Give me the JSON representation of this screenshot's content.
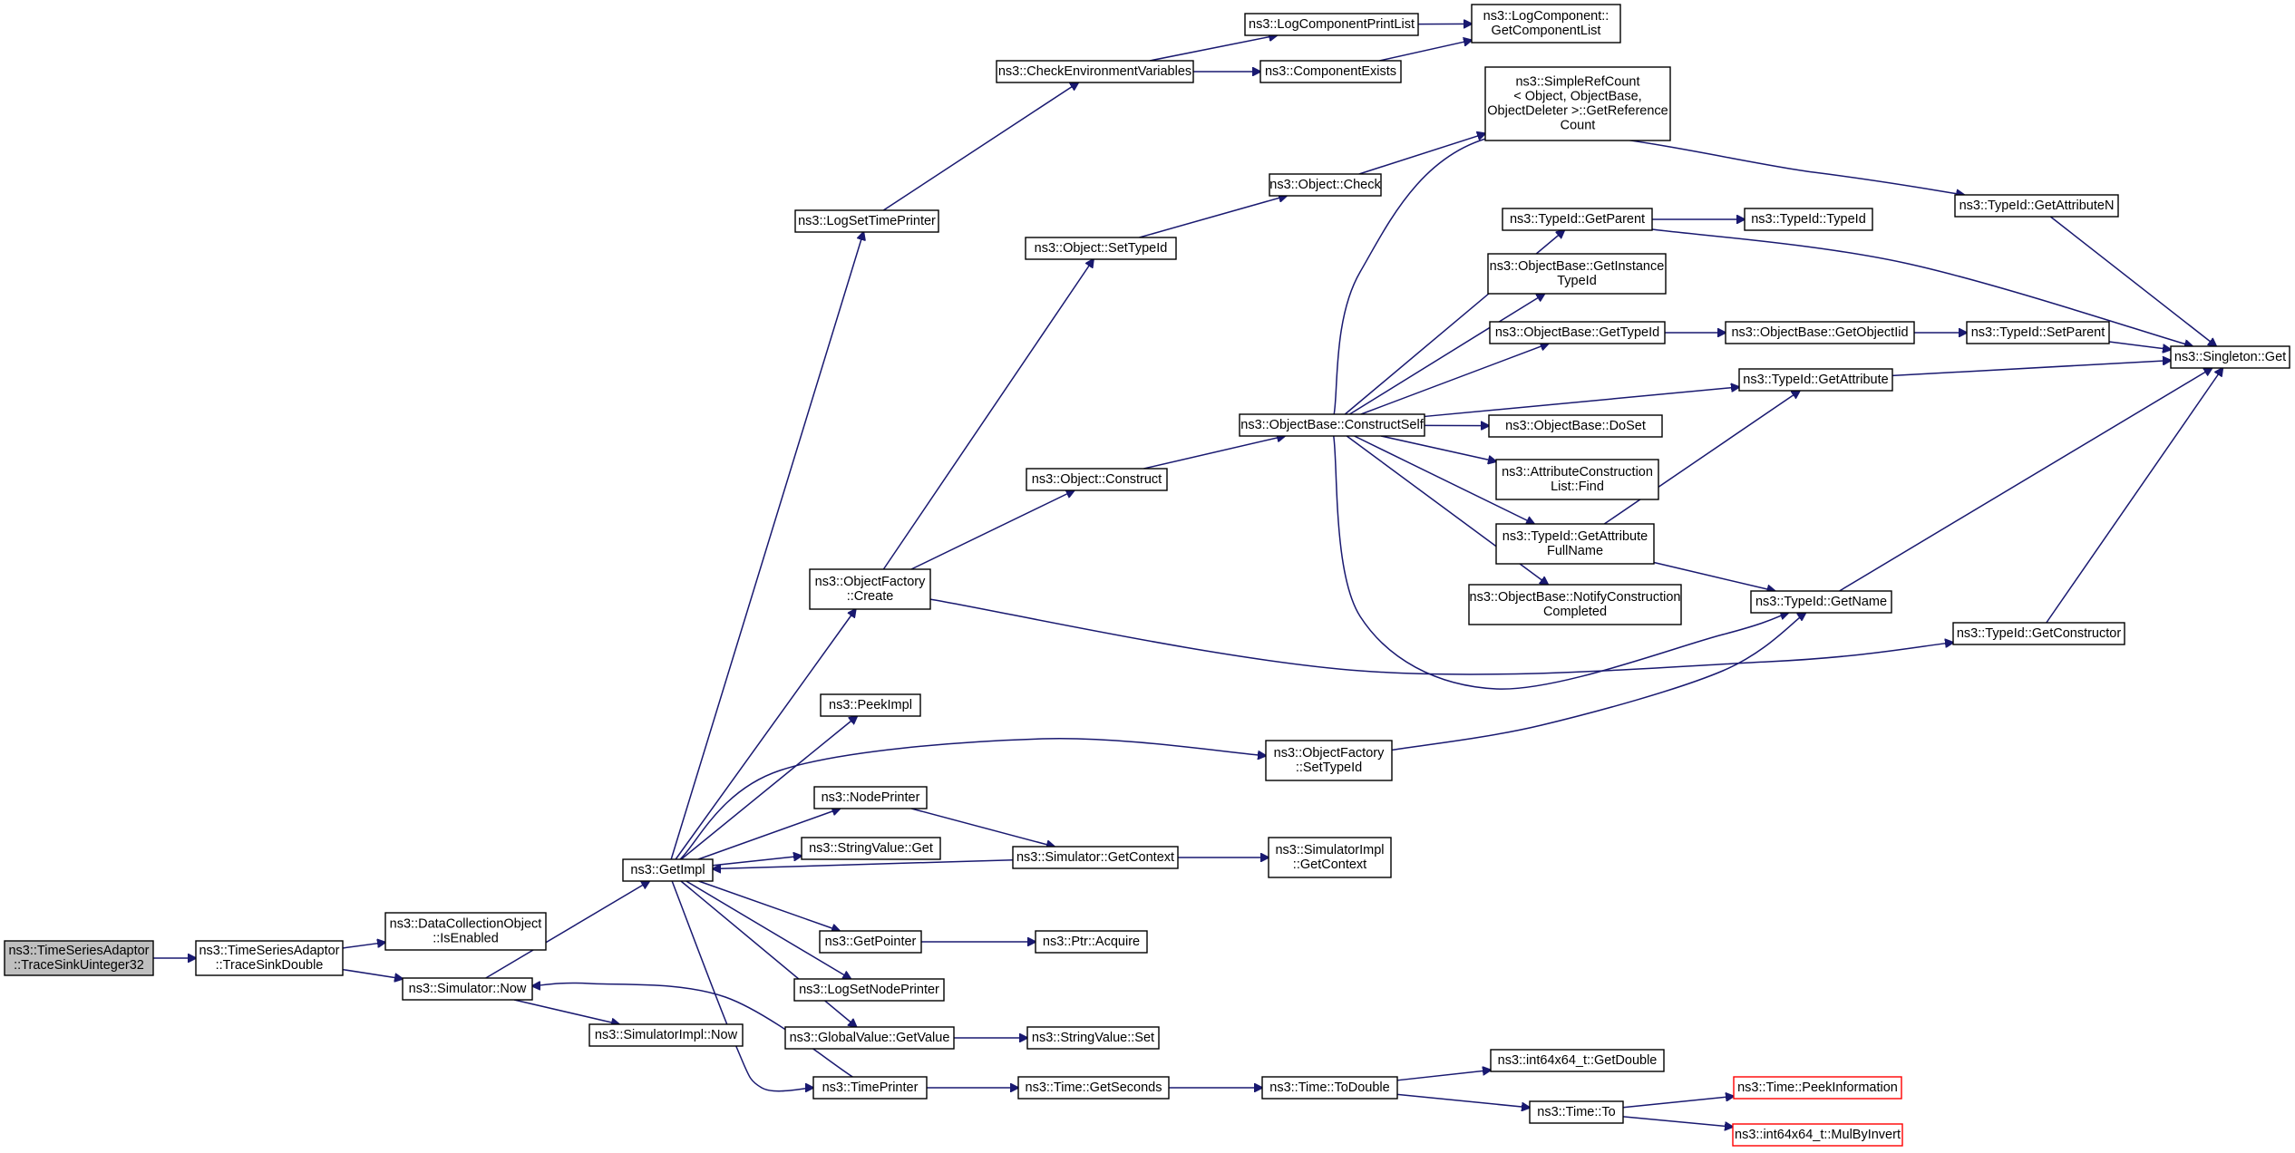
{
  "nodes": {
    "trace_sink_uinteger32": [
      "ns3::TimeSeriesAdaptor",
      "::TraceSinkUinteger32"
    ],
    "trace_sink_double": [
      "ns3::TimeSeriesAdaptor",
      "::TraceSinkDouble"
    ],
    "dco_is_enabled": [
      "ns3::DataCollectionObject",
      "::IsEnabled"
    ],
    "simulator_now": [
      "ns3::Simulator::Now"
    ],
    "simulatorimpl_now": [
      "ns3::SimulatorImpl::Now"
    ],
    "get_impl": [
      "ns3::GetImpl"
    ],
    "log_set_time_printer": [
      "ns3::LogSetTimePrinter"
    ],
    "check_env_vars": [
      "ns3::CheckEnvironmentVariables"
    ],
    "log_component_print_list": [
      "ns3::LogComponentPrintList"
    ],
    "component_exists": [
      "ns3::ComponentExists"
    ],
    "log_component_get_list": [
      "ns3::LogComponent::",
      "GetComponentList"
    ],
    "object_set_type_id": [
      "ns3::Object::SetTypeId"
    ],
    "object_check": [
      "ns3::Object::Check"
    ],
    "simple_ref_count": [
      "ns3::SimpleRefCount",
      "< Object, ObjectBase,",
      "ObjectDeleter >::GetReference",
      "Count"
    ],
    "object_factory_create": [
      "ns3::ObjectFactory",
      "::Create"
    ],
    "object_construct": [
      "ns3::Object::Construct"
    ],
    "construct_self": [
      "ns3::ObjectBase::ConstructSelf"
    ],
    "typeid_get_parent": [
      "ns3::TypeId::GetParent"
    ],
    "typeid_typeid": [
      "ns3::TypeId::TypeId"
    ],
    "objectbase_get_instance_typeid": [
      "ns3::ObjectBase::GetInstance",
      "TypeId"
    ],
    "objectbase_get_typeid": [
      "ns3::ObjectBase::GetTypeId"
    ],
    "objectbase_get_object_iid": [
      "ns3::ObjectBase::GetObjectIid"
    ],
    "typeid_set_parent": [
      "ns3::TypeId::SetParent"
    ],
    "typeid_get_attribute_n": [
      "ns3::TypeId::GetAttributeN"
    ],
    "typeid_get_attribute": [
      "ns3::TypeId::GetAttribute"
    ],
    "singleton_get": [
      "ns3::Singleton::Get"
    ],
    "objectbase_do_set": [
      "ns3::ObjectBase::DoSet"
    ],
    "attr_construction_find": [
      "ns3::AttributeConstruction",
      "List::Find"
    ],
    "typeid_get_attribute_full_name": [
      "ns3::TypeId::GetAttribute",
      "FullName"
    ],
    "typeid_get_name": [
      "ns3::TypeId::GetName"
    ],
    "notify_construction_completed": [
      "ns3::ObjectBase::NotifyConstruction",
      "Completed"
    ],
    "typeid_get_constructor": [
      "ns3::TypeId::GetConstructor"
    ],
    "peek_impl": [
      "ns3::PeekImpl"
    ],
    "object_factory_set_type_id": [
      "ns3::ObjectFactory",
      "::SetTypeId"
    ],
    "node_printer": [
      "ns3::NodePrinter"
    ],
    "string_value_get": [
      "ns3::StringValue::Get"
    ],
    "simulator_get_context": [
      "ns3::Simulator::GetContext"
    ],
    "simulatorimpl_get_context": [
      "ns3::SimulatorImpl",
      "::GetContext"
    ],
    "get_pointer": [
      "ns3::GetPointer"
    ],
    "ptr_acquire": [
      "ns3::Ptr::Acquire"
    ],
    "log_set_node_printer": [
      "ns3::LogSetNodePrinter"
    ],
    "global_value_get_value": [
      "ns3::GlobalValue::GetValue"
    ],
    "string_value_set": [
      "ns3::StringValue::Set"
    ],
    "time_printer": [
      "ns3::TimePrinter"
    ],
    "time_get_seconds": [
      "ns3::Time::GetSeconds"
    ],
    "time_to_double": [
      "ns3::Time::ToDouble"
    ],
    "int64x64_get_double": [
      "ns3::int64x64_t::GetDouble"
    ],
    "time_to": [
      "ns3::Time::To"
    ],
    "time_peek_information": [
      "ns3::Time::PeekInformation"
    ],
    "int64x64_mul_by_invert": [
      "ns3::int64x64_t::MulByInvert"
    ]
  },
  "colors": {
    "edge": "#191970",
    "root_fill": "#bfbfbf",
    "truncated_border": "#ff0000"
  }
}
